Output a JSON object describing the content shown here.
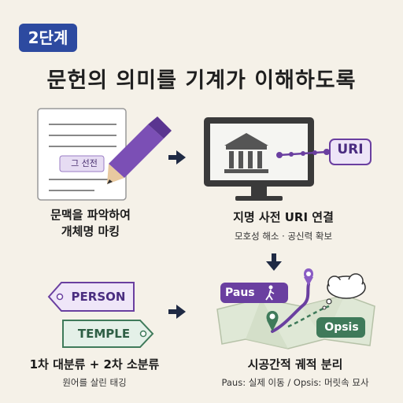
{
  "step_badge": "2단계",
  "title": "문헌의 의미를 기계가 이해하도록",
  "panel_markup": {
    "doc_tag": "그 선전",
    "caption_line1": "문맥을 파악하여",
    "caption_line2": "개체명 마킹"
  },
  "panel_uri": {
    "uri_label": "URI",
    "caption": "지명 사전 URI 연결",
    "sub": "모호성 해소 · 공신력 확보"
  },
  "panel_tags": {
    "tag_person": "PERSON",
    "tag_temple": "TEMPLE",
    "caption": "1차 대분류 + 2차 소분류",
    "sub": "원어를 살린 태깅"
  },
  "panel_map": {
    "paus_label": "Paus",
    "opsis_label": "Opsis",
    "caption": "시공간적 궤적 분리",
    "sub": "Paus:  실제 이동   /  Opsis: 머릿속 묘사"
  },
  "colors": {
    "badge_blue": "#2d4aa0",
    "purple": "#6a3fa0",
    "green": "#3f7a5a",
    "background": "#f5f1e8"
  },
  "icons": [
    "pencil-icon",
    "document-icon",
    "monitor-icon",
    "temple-icon",
    "walking-person-icon",
    "map-pin-icon",
    "thought-cloud-icon",
    "arrow-right-icon",
    "arrow-down-icon"
  ]
}
